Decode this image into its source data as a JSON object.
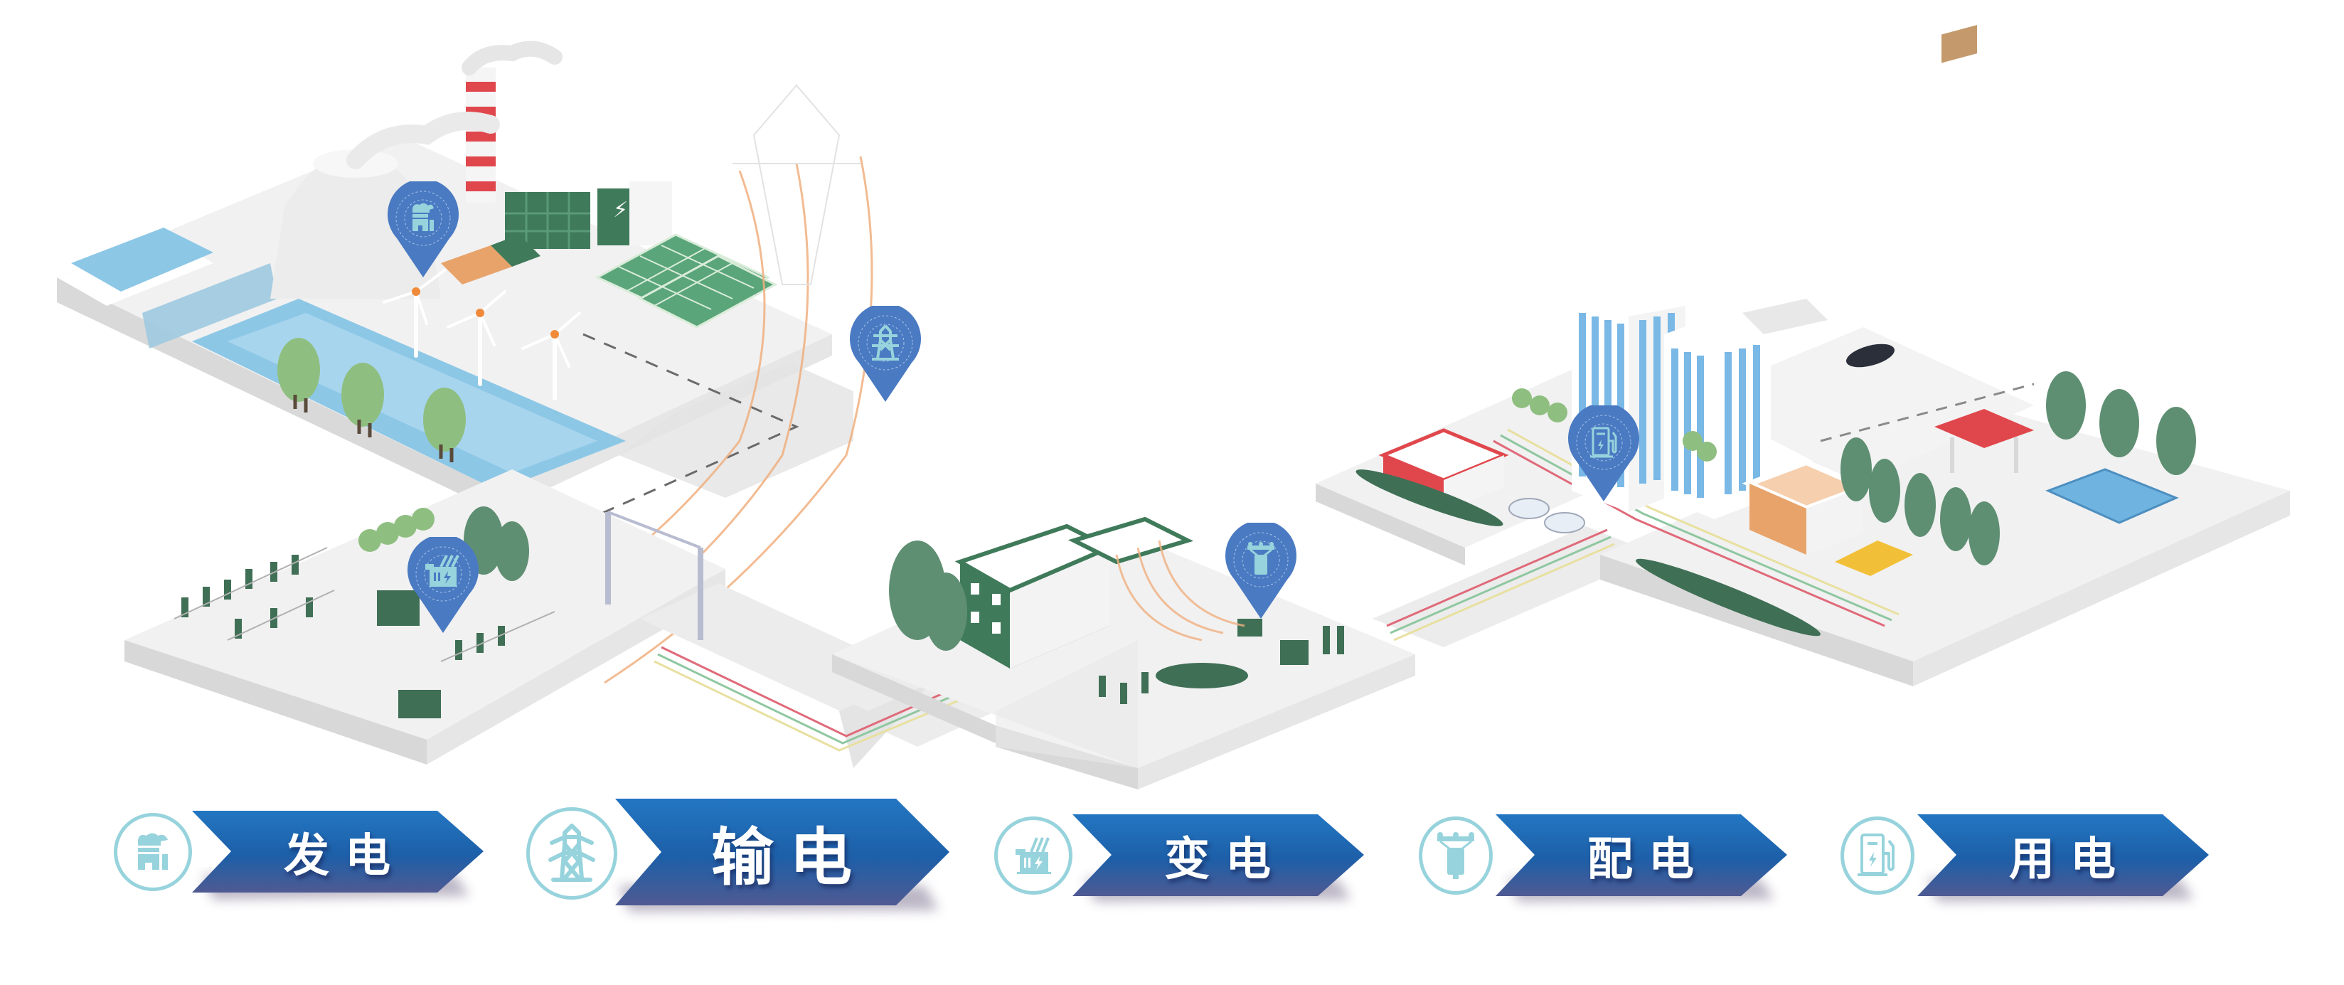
{
  "diagram": {
    "type": "isometric power-grid process illustration",
    "colors": {
      "banner_top": "#1f6fbd",
      "banner_bottom": "#4c5a94",
      "icon_outline": "#97d3dc",
      "pin_fill": "#4a7ac2",
      "platform": "#eeeeee",
      "platform_side": "#d6d6d6",
      "water": "#8cc7e6",
      "tree": "#5f8f73",
      "equipment_green": "#3f6f55",
      "solar": "#4f9a6f",
      "chimney_red": "#e0474c",
      "line_red": "#e06a7a",
      "line_green": "#8fc7a0",
      "line_yellow": "#e8e0a0",
      "power_line_orange": "#f0b080"
    }
  },
  "stages": [
    {
      "id": "generation",
      "label": "发电",
      "icon": "power-plant-icon"
    },
    {
      "id": "transmission",
      "label": "输电",
      "icon": "transmission-tower-icon"
    },
    {
      "id": "substation",
      "label": "变电",
      "icon": "transformer-icon"
    },
    {
      "id": "distribution",
      "label": "配电",
      "icon": "pole-transformer-icon"
    },
    {
      "id": "consumption",
      "label": "用电",
      "icon": "charging-station-icon"
    }
  ],
  "pins": [
    {
      "stage": "generation",
      "icon": "power-plant-icon"
    },
    {
      "stage": "transmission",
      "icon": "transmission-tower-icon"
    },
    {
      "stage": "substation",
      "icon": "transformer-icon"
    },
    {
      "stage": "distribution",
      "icon": "pole-transformer-icon"
    },
    {
      "stage": "consumption",
      "icon": "charging-station-icon"
    }
  ]
}
